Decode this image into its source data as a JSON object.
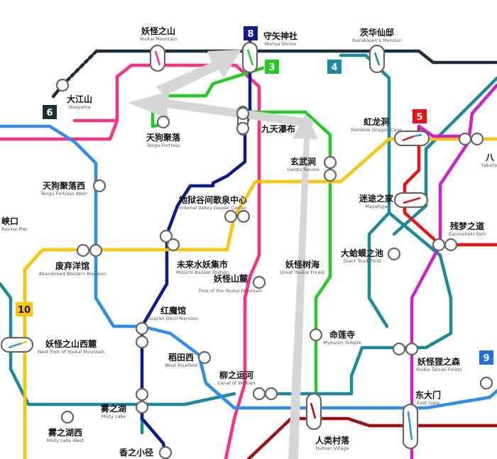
{
  "colors": {
    "line1_black": "#1f2d36",
    "line2_pink": "#ff2d8a",
    "line3_green": "#22cc22",
    "line4_teal": "#1b8a9b",
    "line5_red": "#ee1111",
    "line6_navy": "#1c2b55",
    "line_blue": "#2d8cf0",
    "line8_darkblue": "#0b1a8c",
    "line9_blue": "#1f6ee8",
    "line10_yellow": "#ffc400",
    "line_magenta": "#cc22cc",
    "line_darkred": "#a50f0f",
    "arrow": "#d6d6d6"
  },
  "badges": [
    {
      "id": "line-8",
      "text": "8",
      "color": "#0b1a8c"
    },
    {
      "id": "line-3",
      "text": "3",
      "color": "#22cc22"
    },
    {
      "id": "line-4",
      "text": "4",
      "color": "#1b8a9b"
    },
    {
      "id": "line-6",
      "text": "6",
      "color": "#1f2d36"
    },
    {
      "id": "line-5",
      "text": "5",
      "color": "#ee1111"
    },
    {
      "id": "line-10",
      "text": "10",
      "color": "#ffc400"
    },
    {
      "id": "line-9",
      "text": "9",
      "color": "#1f6ee8"
    }
  ],
  "stations": {
    "yaoguai_zhishan": {
      "zh": "妖怪之山",
      "en": "Youkai Mountain"
    },
    "shouyi_shenshe": {
      "zh": "守矢神社",
      "en": "Moriya Shrine"
    },
    "maohua_xiandi": {
      "zh": "茨华仙邸",
      "en": "Ibarakasen's Mansion"
    },
    "dajiangshan": {
      "zh": "大江山",
      "en": "Ooeyama"
    },
    "hongshuidong": {
      "zh": "虹龙洞",
      "en": "Rainbow Dragon Cave"
    },
    "tiangou_juluo": {
      "zh": "天狗聚落",
      "en": "Tengu Fortress"
    },
    "jiutian_pubu": {
      "zh": "九天瀑布",
      "en": ""
    },
    "xuanwu_jian": {
      "zh": "玄武涧",
      "en": "Genbu Ravine"
    },
    "ba": {
      "zh": "八",
      "en": "Yakumo"
    },
    "tiangou_juluo_xi": {
      "zh": "天狗聚落西",
      "en": "Tengu Fortress West"
    },
    "diyu_gujian": {
      "zh": "地狱谷间歌泉中心",
      "en": "Infernal Valley Geyser Center"
    },
    "mitu_zhijia": {
      "zh": "迷途之家",
      "en": "Mayohiga"
    },
    "xiakou": {
      "zh": "峡口",
      "en": "Ravine Pier"
    },
    "canmeng_zhidao": {
      "zh": "残梦之道",
      "en": "Zanmeiteki Path"
    },
    "feiqi_yangguan": {
      "zh": "废弃洋馆",
      "en": "Abandoned Western Mansion"
    },
    "weilai_shui": {
      "zh": "未来水妖集市",
      "en": "Mizuchi Bazaar Station"
    },
    "yaoguai_shulin": {
      "zh": "妖怪树海",
      "en": "Great Youkai Forest"
    },
    "dahama_zhichi": {
      "zh": "大蛤蟆之池",
      "en": "Giant Toad Pond"
    },
    "yaoguai_shanlu": {
      "zh": "妖怪山麓",
      "en": "Foot of the Youkai Mountain"
    },
    "hongmoguan": {
      "zh": "红魔馆",
      "en": "Scarlet Devil Mansion"
    },
    "mingliansi": {
      "zh": "命莲寺",
      "en": "Myouren Temple"
    },
    "yaoguai_xilu": {
      "zh": "妖怪之山西麓",
      "en": "West Foot of Youkai Mountain"
    },
    "daotianxi": {
      "zh": "稻田西",
      "en": "West Ricefield"
    },
    "yaoguaili_zhisen": {
      "zh": "妖怪狸之森",
      "en": "Youkai Tanuki Forest"
    },
    "liuzhi_yunhe": {
      "zh": "柳之运河",
      "en": "Canal of Willows"
    },
    "dongdamen": {
      "zh": "东大门",
      "en": "East Gate"
    },
    "wuzhihu": {
      "zh": "雾之湖",
      "en": "Misty Lake"
    },
    "wuzhihu_xi": {
      "zh": "雾之湖西",
      "en": "Misty Lake West"
    },
    "renlei_cunluo": {
      "zh": "人类村落",
      "en": "Human Village"
    },
    "xiangzhi_xiaojing": {
      "zh": "香之小径",
      "en": ""
    }
  }
}
